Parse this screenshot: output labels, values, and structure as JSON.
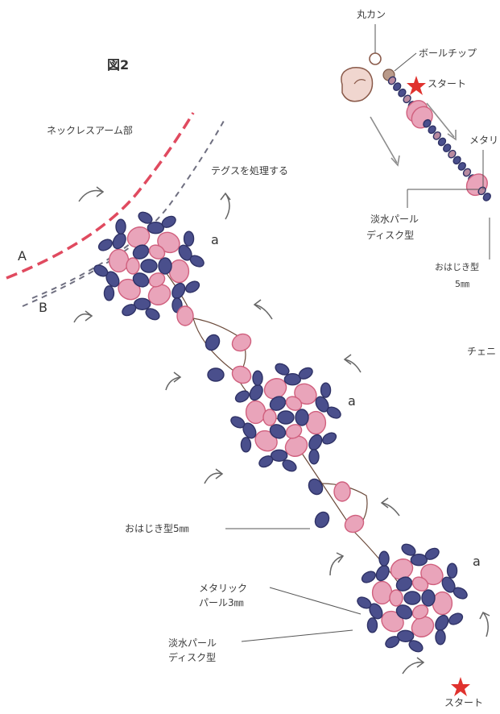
{
  "figure": {
    "title": "図2"
  },
  "labels": {
    "necklace_arm": "ネックレスアーム部",
    "tegusu": "テグスを処理する",
    "line_a": "A",
    "line_b": "B",
    "mark_a": "a",
    "ohajiki": "おはじき型5㎜",
    "metallic_line1": "メタリック",
    "metallic_line2": "パール3㎜",
    "freshwater_line1": "淡水パール",
    "freshwater_line2": "ディスク型",
    "start": "スタート"
  },
  "inset": {
    "ring": "丸カン",
    "ball_chip": "ボールチップ",
    "start": "スタート",
    "metallic_partial": "メタリ",
    "freshwater_line1": "淡水パール",
    "freshwater_line2": "ディスク型",
    "ohajiki_line1": "おはじき型",
    "ohajiki_line2": "5㎜",
    "chain_partial": "チェニ"
  },
  "colors": {
    "navy_bead": "#4a4f8c",
    "navy_stroke": "#2f3266",
    "pink_bead": "#e9a4ba",
    "pink_stroke": "#d0607e",
    "red_dashed": "#e04a5f",
    "gray_dashed": "#6f6f80",
    "star": "#e0322e",
    "thread": "#6b4a3a"
  }
}
